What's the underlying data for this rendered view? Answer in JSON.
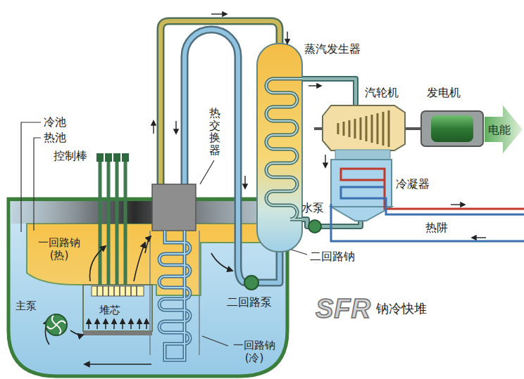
{
  "diagram": {
    "labels": [
      "冷池",
      "热池",
      "控制棒",
      "热交换器",
      "蒸汽发生器",
      "汽轮机",
      "发电机",
      "电能",
      "冷凝器",
      "水泵",
      "热阱",
      "二回路钠",
      "二回路泵",
      "SFR",
      "钠冷快堆",
      "一回路钠 (热)",
      "主泵",
      "堆芯",
      "一回路钠 (冷)"
    ]
  }
}
